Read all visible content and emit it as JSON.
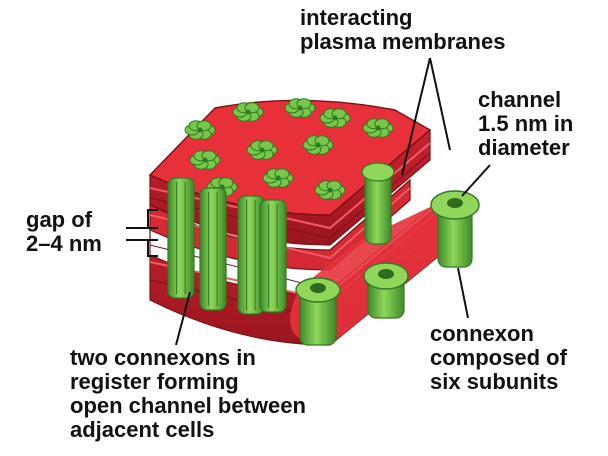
{
  "labels": {
    "plasma": [
      "interacting",
      "plasma membranes"
    ],
    "channel": [
      "channel",
      "1.5 nm in",
      "diameter"
    ],
    "gap": [
      "gap of",
      "2–4 nm"
    ],
    "connexon": [
      "connexon",
      "composed of",
      "six subunits"
    ],
    "register": [
      "two connexons in",
      "register forming",
      "open channel between",
      "adjacent cells"
    ]
  },
  "colors": {
    "membrane_top": "#e8303a",
    "membrane_side": "#b81f2a",
    "membrane_dark": "#8e141c",
    "connexon": "#78c64a",
    "connexon_light": "#a9e07a",
    "connexon_dark": "#2f7a22",
    "leader": "#111111"
  }
}
